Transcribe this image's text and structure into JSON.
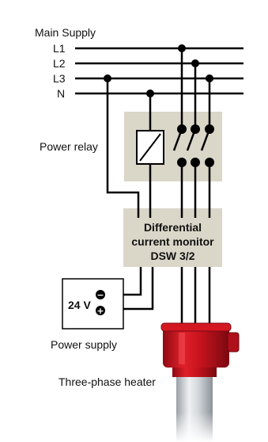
{
  "main_supply": {
    "title": "Main Supply",
    "lines": [
      "L1",
      "L2",
      "L3",
      "N"
    ]
  },
  "power_relay": {
    "label": "Power relay"
  },
  "monitor": {
    "line1": "Differential",
    "line2": "current monitor",
    "line3": "DSW 3/2"
  },
  "power_supply": {
    "voltage": "24 V",
    "minus": "−",
    "plus": "+",
    "label": "Power supply"
  },
  "heater": {
    "label": "Three-phase heater"
  },
  "colors": {
    "box_fill": "#dad6c8",
    "wire": "#000000",
    "heater_red": "#c8141e",
    "heater_dark": "#8e0a12",
    "rod_gray": "#c6cacf"
  }
}
